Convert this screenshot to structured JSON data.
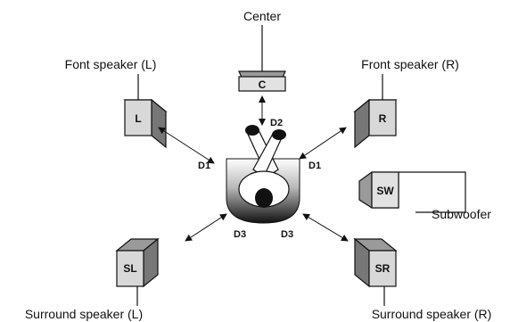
{
  "labels": {
    "center": "Center",
    "front_left": "Font speaker (L)",
    "front_right": "Front speaker (R)",
    "subwoofer": "Subwoofer",
    "surround_left": "Surround speaker (L)",
    "surround_right": "Surround speaker (R)"
  },
  "codes": {
    "center": "C",
    "front_left": "L",
    "front_right": "R",
    "subwoofer": "SW",
    "surround_left": "SL",
    "surround_right": "SR"
  },
  "distances": {
    "d1_left": "D1",
    "d1_right": "D1",
    "d2": "D2",
    "d3_left": "D3",
    "d3_right": "D3"
  }
}
